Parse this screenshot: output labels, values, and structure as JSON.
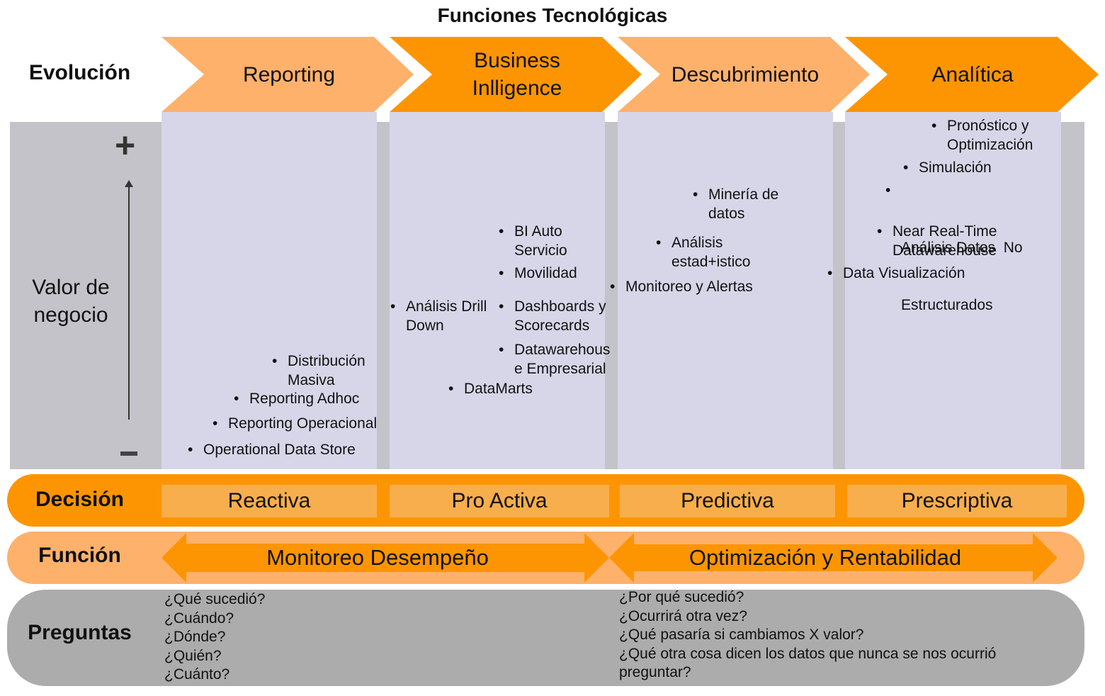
{
  "title": "Funciones Tecnológicas",
  "rows": {
    "evolucion": "Evolución",
    "decision": "Decisión",
    "funcion": "Función",
    "preguntas": "Preguntas"
  },
  "colors": {
    "orange_dark": "#fd9502",
    "orange_light": "#feb16b",
    "column_bg": "#d7d6e8",
    "value_bg": "#c3c3c9",
    "decision_box": "#f8ae4c",
    "questions_bg": "#acacac"
  },
  "stages": [
    {
      "label": "Reporting",
      "shade": "light"
    },
    {
      "label": "Business Inlligence",
      "line1": "Business",
      "line2": "Inlligence",
      "shade": "dark"
    },
    {
      "label": "Descubrimiento",
      "shade": "light"
    },
    {
      "label": "Analítica",
      "shade": "dark"
    }
  ],
  "value_axis": {
    "label_line1": "Valor de",
    "label_line2": "negocio",
    "high_symbol": "+",
    "low_symbol": "–"
  },
  "columns": [
    {
      "stage": "Reporting",
      "items": [
        {
          "line1": "Distribución",
          "line2": "Masiva"
        },
        {
          "line1": "Reporting Adhoc"
        },
        {
          "line1": "Reporting Operacional"
        },
        {
          "line1": "Operational Data Store"
        }
      ]
    },
    {
      "stage": "Business Inlligence",
      "items": [
        {
          "line1": "BI Auto",
          "line2": "Servicio"
        },
        {
          "line1": "Movilidad"
        },
        {
          "line1": "Análisis Drill",
          "line2": "Down"
        },
        {
          "line1": "Dashboards y",
          "line2": "Scorecards"
        },
        {
          "line1": "Datawarehous",
          "line2": "e Empresarial"
        },
        {
          "line1": "DataMarts"
        }
      ]
    },
    {
      "stage": "Descubrimiento",
      "items": [
        {
          "line1": "Minería de",
          "line2": "datos"
        },
        {
          "line1": "Análisis",
          "line2": "estad+istico"
        },
        {
          "line1": "Monitoreo y Alertas"
        }
      ]
    },
    {
      "stage": "Analítica",
      "items": [
        {
          "line1": "Pronóstico y",
          "line2": "Optimización"
        },
        {
          "line1": "Simulación"
        },
        {
          "line1": "Análisis Datos  No",
          "line2": "Estructurados"
        },
        {
          "line1": "Near Real-Time",
          "line2": "Datawarehouse"
        },
        {
          "line1": "Data Visualización"
        }
      ]
    }
  ],
  "bullet": "•",
  "decisions": [
    "Reactiva",
    "Pro Activa",
    "Predictiva",
    "Prescriptiva"
  ],
  "functions": [
    "Monitoreo Desempeño",
    "Optimización y Rentabilidad"
  ],
  "questions": {
    "left": [
      "¿Qué sucedió?",
      "¿Cuándo?",
      "¿Dónde?",
      "¿Quién?",
      "¿Cuánto?"
    ],
    "right": [
      "¿Por qué sucedió?",
      "¿Ocurrirá otra vez?",
      "¿Qué pasaría si cambiamos X valor?",
      "¿Qué otra cosa dicen los datos que nunca se nos ocurrió",
      "preguntar?"
    ]
  }
}
